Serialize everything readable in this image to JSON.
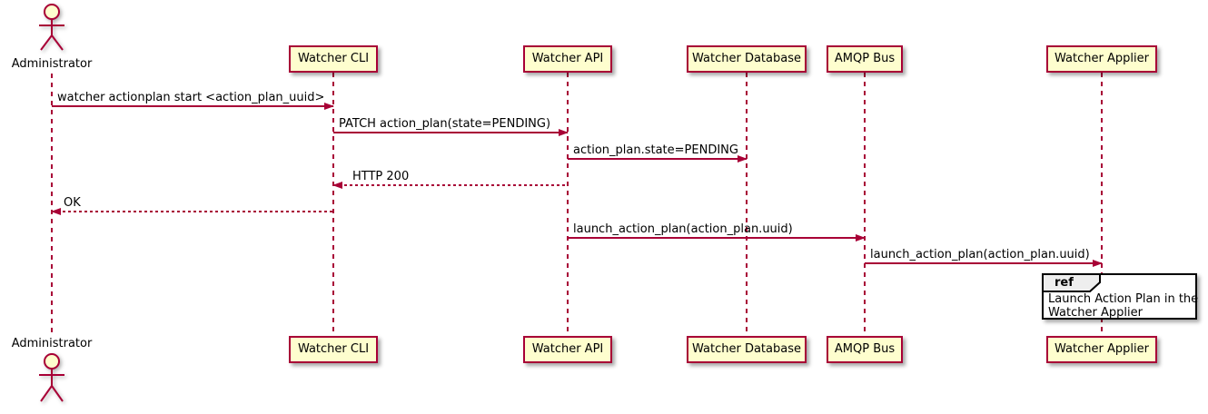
{
  "colors": {
    "participant_fill": "#FEFECE",
    "participant_border": "#A80036",
    "arrow": "#A80036",
    "lifeline": "#A80036",
    "ref_border": "#000000",
    "ref_header_fill": "#EEEEEE",
    "background": "#FFFFFF",
    "text": "#000000"
  },
  "actor": {
    "label": "Administrator"
  },
  "participants": [
    {
      "id": "watcher-cli",
      "label": "Watcher CLI"
    },
    {
      "id": "watcher-api",
      "label": "Watcher API"
    },
    {
      "id": "watcher-database",
      "label": "Watcher Database"
    },
    {
      "id": "amqp-bus",
      "label": "AMQP Bus"
    },
    {
      "id": "watcher-applier",
      "label": "Watcher Applier"
    }
  ],
  "messages": [
    {
      "from": "Administrator",
      "to": "Watcher CLI",
      "label": "watcher actionplan start <action_plan_uuid>",
      "line": "solid",
      "direction": "right"
    },
    {
      "from": "Watcher CLI",
      "to": "Watcher API",
      "label": "PATCH action_plan(state=PENDING)",
      "line": "solid",
      "direction": "right"
    },
    {
      "from": "Watcher API",
      "to": "Watcher Database",
      "label": "action_plan.state=PENDING",
      "line": "solid",
      "direction": "right"
    },
    {
      "from": "Watcher API",
      "to": "Watcher CLI",
      "label": "HTTP 200",
      "line": "dashed",
      "direction": "left"
    },
    {
      "from": "Watcher CLI",
      "to": "Administrator",
      "label": "OK",
      "line": "dashed",
      "direction": "left"
    },
    {
      "from": "Watcher API",
      "to": "AMQP Bus",
      "label": "launch_action_plan(action_plan.uuid)",
      "line": "solid",
      "direction": "right"
    },
    {
      "from": "AMQP Bus",
      "to": "Watcher Applier",
      "label": "launch_action_plan(action_plan.uuid)",
      "line": "solid",
      "direction": "right"
    }
  ],
  "ref": {
    "keyword": "ref",
    "over": "Watcher Applier",
    "line1": "Launch Action Plan in the",
    "line2": "Watcher Applier"
  }
}
